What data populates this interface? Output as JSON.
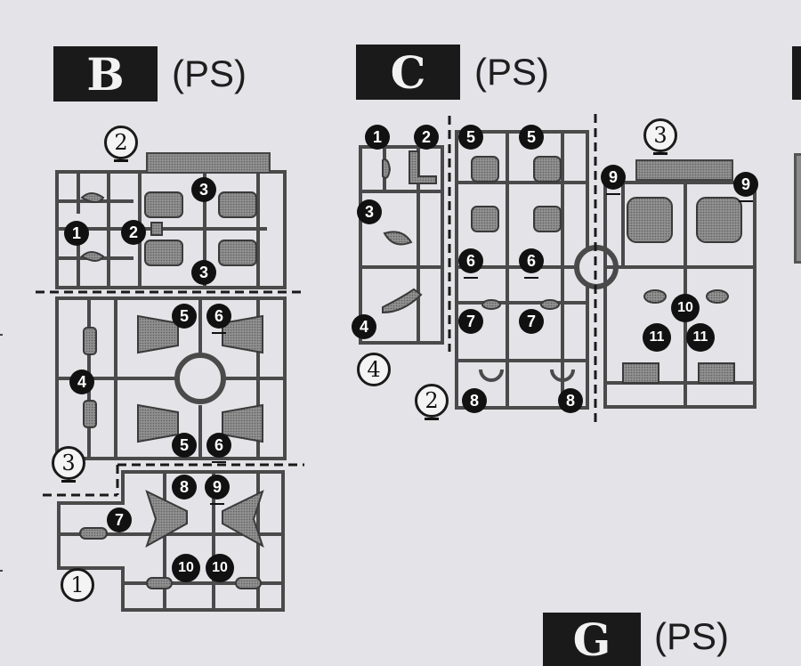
{
  "sections": [
    {
      "id": "B",
      "letter": "B",
      "material": "(PS)"
    },
    {
      "id": "C",
      "letter": "C",
      "material": "(PS)"
    },
    {
      "id": "G",
      "letter": "G",
      "material": "(PS)"
    }
  ],
  "b_part_numbers": [
    "1",
    "2",
    "3",
    "3",
    "4",
    "5",
    "6",
    "5",
    "6",
    "7",
    "8",
    "9",
    "10",
    "10"
  ],
  "b_runner_numbers": [
    "2",
    "3",
    "1"
  ],
  "c_part_numbers": [
    "1",
    "2",
    "3",
    "4",
    "5",
    "5",
    "6",
    "6",
    "7",
    "7",
    "8",
    "8",
    "9",
    "9",
    "10",
    "11",
    "11"
  ],
  "c_runner_numbers": [
    "3",
    "4",
    "2"
  ]
}
